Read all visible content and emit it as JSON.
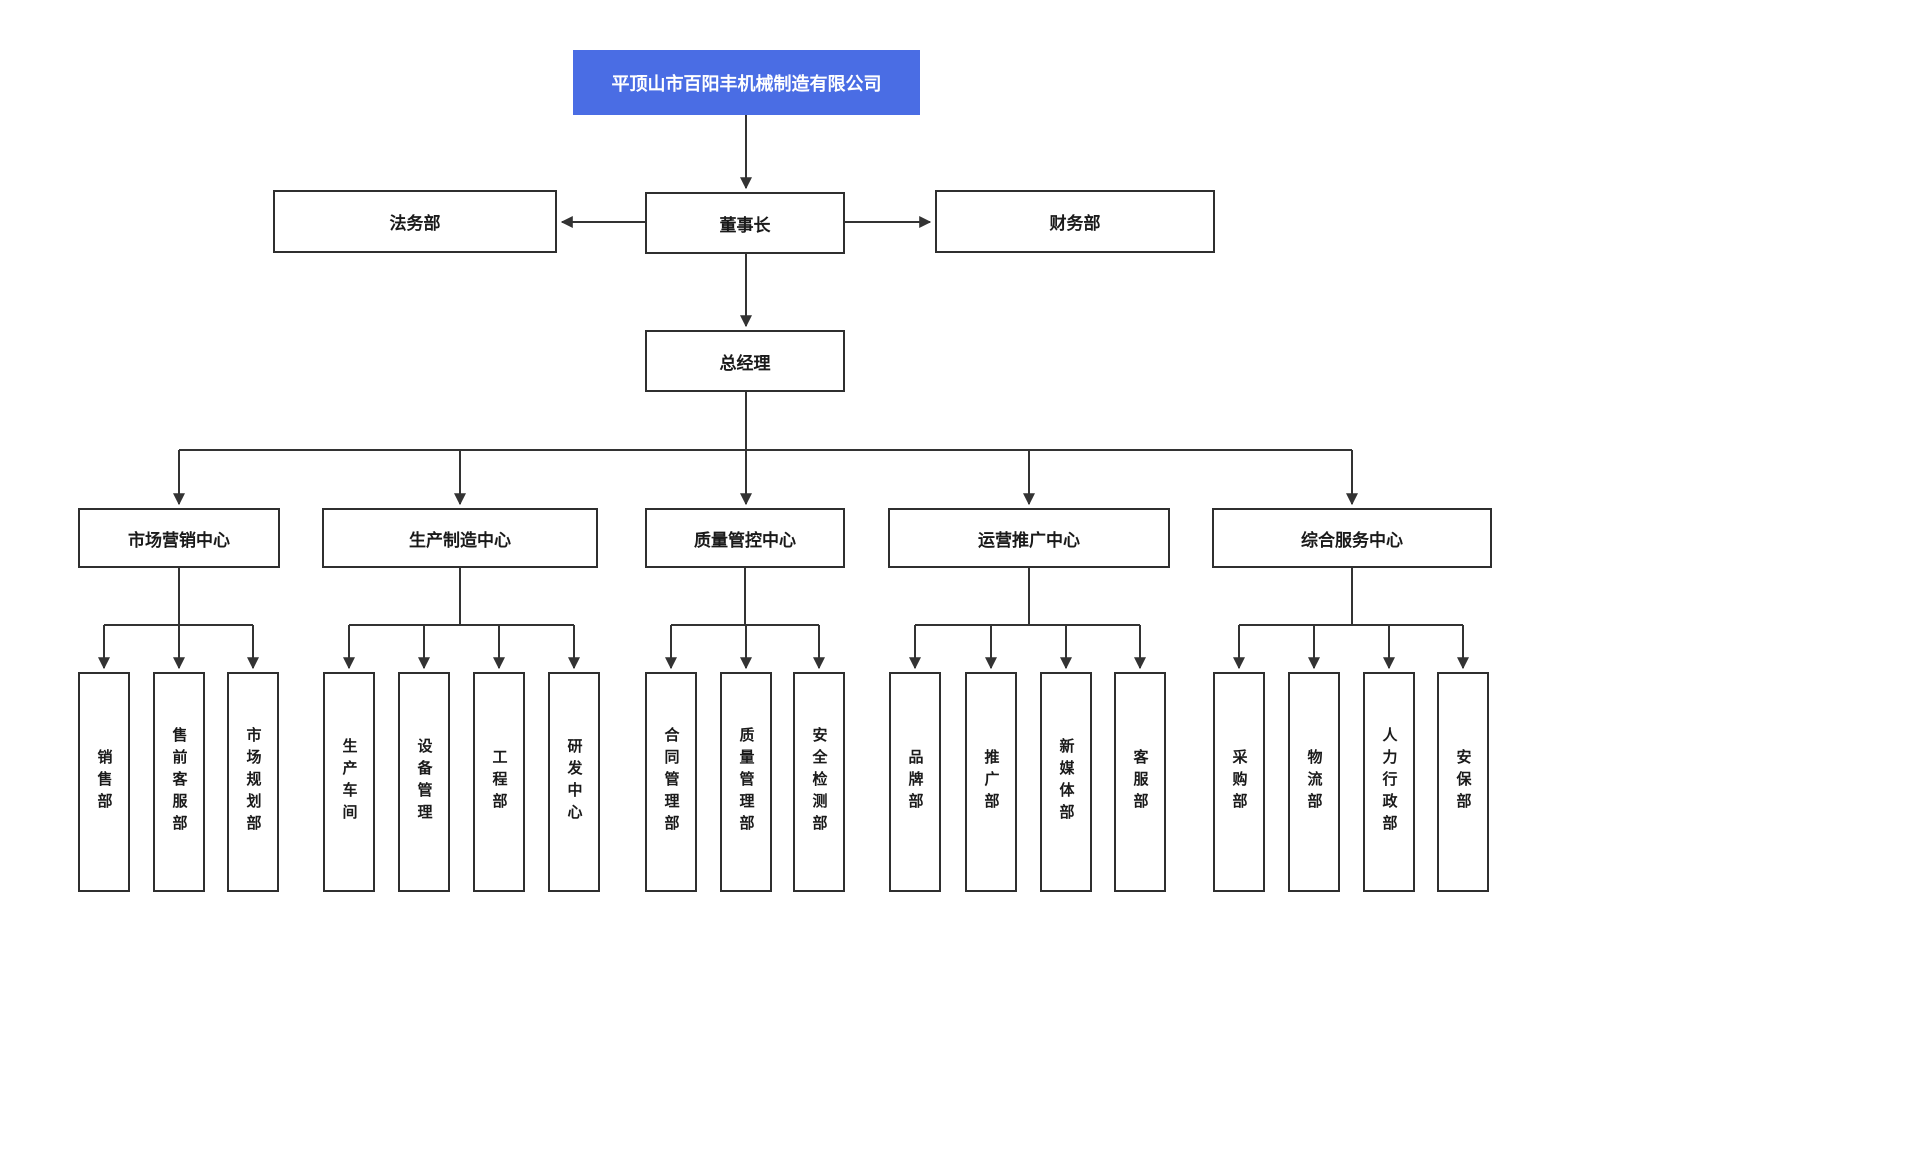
{
  "org": {
    "root": "平顶山市百阳丰机械制造有限公司",
    "chairman": "董事长",
    "legal": "法务部",
    "finance": "财务部",
    "general_manager": "总经理",
    "centers": [
      {
        "label": "市场营销中心",
        "children": [
          "销售部",
          "售前客服部",
          "市场规划部"
        ]
      },
      {
        "label": "生产制造中心",
        "children": [
          "生产车间",
          "设备管理",
          "工程部",
          "研发中心"
        ]
      },
      {
        "label": "质量管控中心",
        "children": [
          "合同管理部",
          "质量管理部",
          "安全检测部"
        ]
      },
      {
        "label": "运营推广中心",
        "children": [
          "品牌部",
          "推广部",
          "新媒体部",
          "客服部"
        ]
      },
      {
        "label": "综合服务中心",
        "children": [
          "采购部",
          "物流部",
          "人力行政部",
          "安保部"
        ]
      }
    ]
  },
  "colors": {
    "root_bg": "#4a6de4",
    "line": "#333333",
    "box_border": "#2f2f2f"
  }
}
